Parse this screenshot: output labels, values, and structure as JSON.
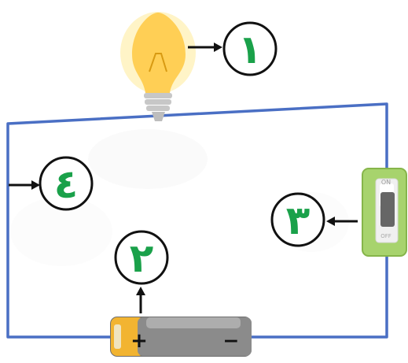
{
  "colors": {
    "wire": "#4a6fc4",
    "arrow": "#111111",
    "number": "#1aa14a",
    "circle_stroke": "#111111",
    "switch_base": "#a7d36d",
    "switch_border": "#86b54a",
    "switch_face": "#f0f0f0",
    "switch_rocker": "#666666",
    "battery_plus_fill": "#f2b431",
    "battery_body_fill": "#8b8b8b",
    "battery_terminal": "#f0e4bf",
    "bulb_glass": "#ffcf55",
    "bulb_glow": "#fff4c7",
    "bulb_screw": "#c7c7c7"
  },
  "labels": {
    "label_1": "١",
    "label_2": "٢",
    "label_3": "٣",
    "label_4": "٤"
  },
  "components": {
    "bulb_icon": "light-bulb-icon",
    "switch_icon": "toggle-switch-icon",
    "battery_icon": "battery-icon"
  },
  "switch": {
    "on_text": "ON",
    "off_text": "OFF"
  },
  "battery": {
    "plus_sign": "+",
    "minus_sign": "−"
  }
}
